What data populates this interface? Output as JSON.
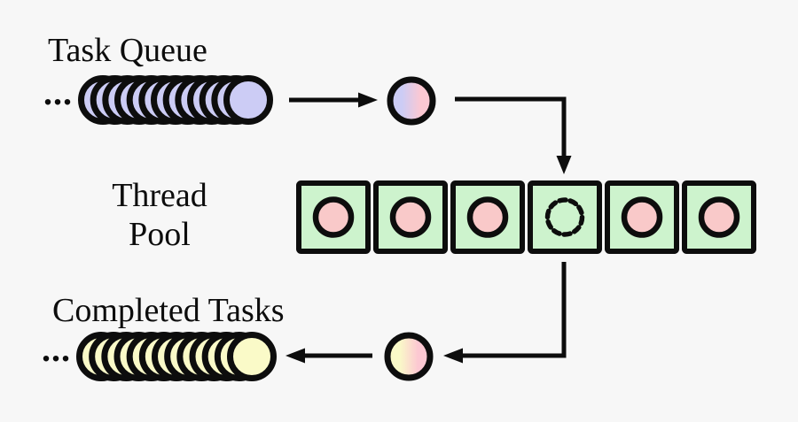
{
  "diagram": {
    "background": "#f7f7f7",
    "outline_color": "#0d0d0d",
    "labels": {
      "task_queue": "Task Queue",
      "thread_pool_line1": "Thread",
      "thread_pool_line2": "Pool",
      "completed_tasks": "Completed Tasks",
      "task_queue_ellipsis": "...",
      "completed_ellipsis": "..."
    },
    "colors": {
      "pending_task_fill": "#ccccf5",
      "pool_slot_fill": "#cdf3cd",
      "active_thread_fill": "#f9c9c9",
      "completed_task_fill": "#fafac8",
      "incoming_gradient_left": "#ccccf5",
      "incoming_gradient_right": "#fcc8d2",
      "outgoing_gradient_left": "#fafac8",
      "outgoing_gradient_right": "#fcc8d2"
    },
    "task_queue": {
      "task_count": 13
    },
    "thread_pool": {
      "slots": [
        "busy",
        "busy",
        "busy",
        "idle",
        "busy",
        "busy"
      ]
    },
    "completed_tasks": {
      "task_count": 13
    },
    "flow_arrows": [
      {
        "name": "queue-to-next-task-arrow",
        "direction": "right"
      },
      {
        "name": "next-task-to-pool-arrow",
        "direction": "right-then-down"
      },
      {
        "name": "pool-to-finished-task-arrow",
        "direction": "down-then-left"
      },
      {
        "name": "finished-task-to-completed-arrow",
        "direction": "left"
      }
    ]
  }
}
